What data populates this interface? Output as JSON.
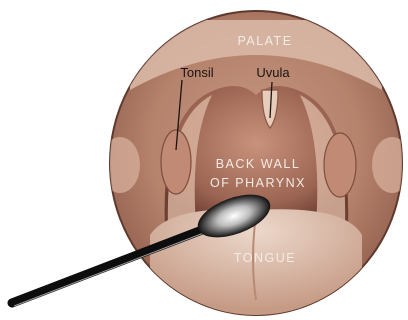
{
  "diagram": {
    "labels": {
      "palate": "PALATE",
      "tonsil": "Tonsil",
      "uvula": "Uvula",
      "back_wall_line1": "BACK WALL",
      "back_wall_line2": "OF PHARYNX",
      "tongue": "TONGUE"
    },
    "colors": {
      "skin_dark": "#7a4a3a",
      "skin_mid": "#b07f68",
      "skin_light": "#d9b8a6",
      "highlight": "#f1e2d6",
      "swab_stick": "#0d0d0d"
    }
  }
}
